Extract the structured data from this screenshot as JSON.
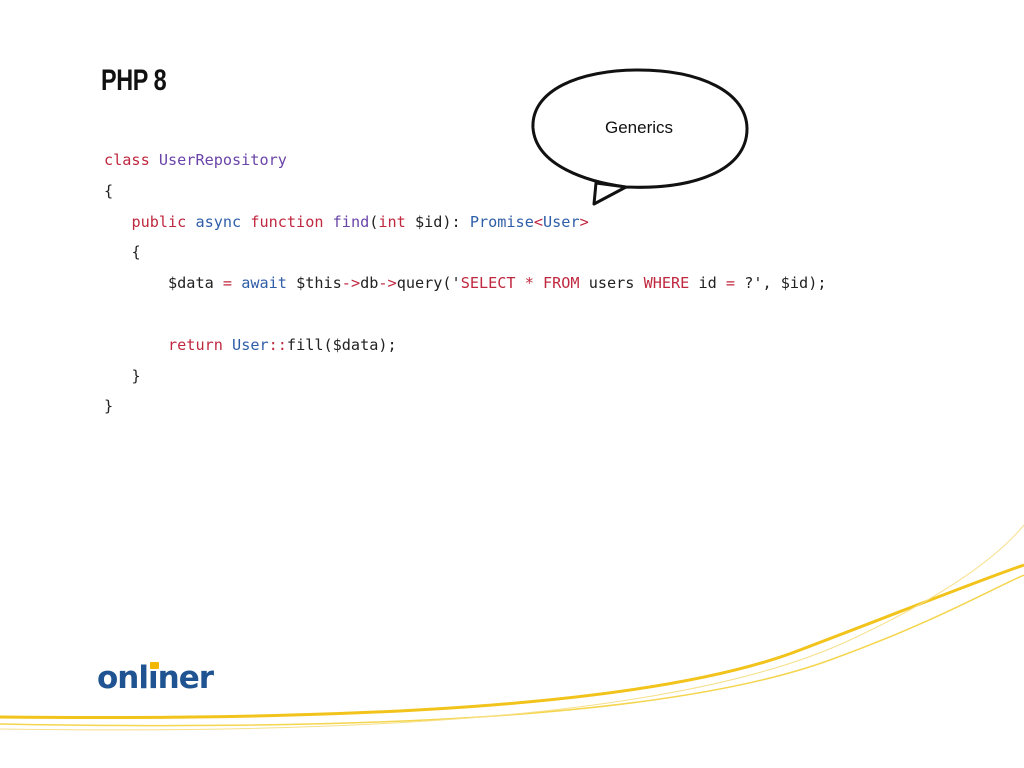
{
  "slide": {
    "title": "PHP 8",
    "callout": {
      "text": "Generics"
    },
    "code": {
      "l1": {
        "kw_class": "class",
        "name": "UserRepository"
      },
      "l2": "{",
      "l3": {
        "kw_public": "public",
        "kw_async": "async",
        "kw_function": "function",
        "fn": "find",
        "p_open": "(",
        "t_int": "int",
        "param": " $id): ",
        "t_promise": "Promise",
        "lt": "<",
        "t_user": "User",
        "gt": ">"
      },
      "l4": "{",
      "l5": {
        "var": "$data",
        "eq": "=",
        "kw_await": "await",
        "this": " $this",
        "arrow1": "->",
        "db": "db",
        "arrow2": "->",
        "query": "query('",
        "sql1": "SELECT * FROM",
        "sql2": " users ",
        "sql3": "WHERE",
        "sql4": " id ",
        "sql5": "=",
        "tail": " ?', $id);"
      },
      "l6": {
        "kw_return": "return",
        "cls": "User",
        "dcolon": "::",
        "call": "fill($data);"
      },
      "l7": "}",
      "l8": "}"
    },
    "logo": {
      "text_before": "onl",
      "text_i": "i",
      "text_after": "ner"
    }
  },
  "colors": {
    "keyword": "#c0283f",
    "type": "#2f5ea8",
    "class_name": "#6a44a8",
    "logo_blue": "#1f5391",
    "accent_yellow": "#f2b705"
  }
}
